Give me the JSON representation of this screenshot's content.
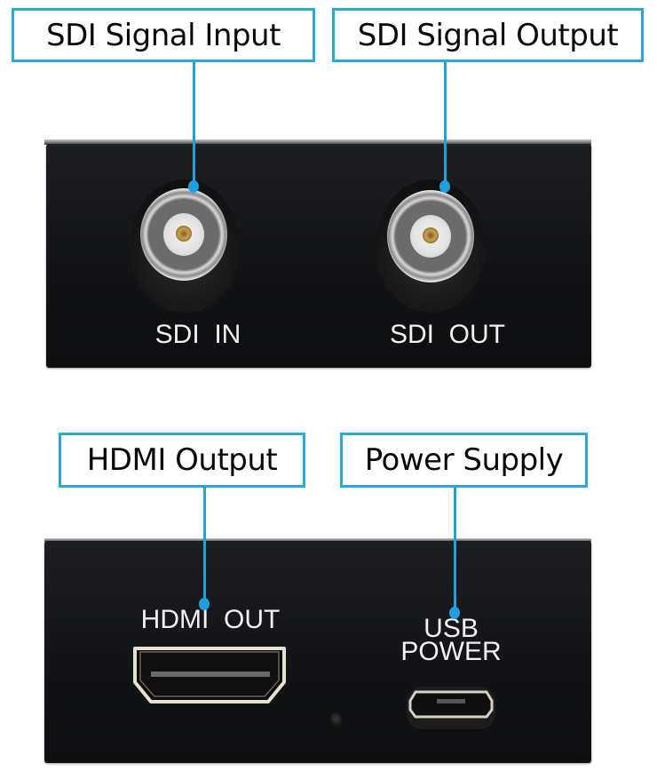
{
  "callouts": {
    "sdi_input": "SDI Signal Input",
    "sdi_output": "SDI Signal Output",
    "hdmi_output": "HDMI Output",
    "power_supply": "Power Supply"
  },
  "top_panel": {
    "left_port_label": "SDI  IN",
    "right_port_label": "SDI  OUT"
  },
  "bottom_panel": {
    "hdmi_label": "HDMI  OUT",
    "usb_label_line1": "USB",
    "usb_label_line2": "POWER"
  },
  "colors": {
    "accent": "#2aa8d4",
    "device_body": "#131417",
    "silkscreen": "#f1f1f1"
  }
}
